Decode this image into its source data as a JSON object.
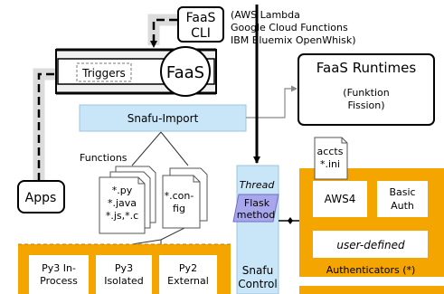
{
  "colors": {
    "orange": "#f5a500",
    "light_blue": "#c9e6f9",
    "purple": "#a9a7ec",
    "gray_path": "#dcdcdc",
    "white": "#ffffff",
    "black": "#000000"
  },
  "faas_cli": {
    "line1": "FaaS",
    "line2": "CLI"
  },
  "providers": {
    "line1": "(AWS Lambda",
    "line2": "Google Cloud Functions",
    "line3": "IBM Bluemix OpenWhisk)"
  },
  "triggers": "Triggers",
  "faas": "FaaS",
  "faas_runtimes": {
    "title": "FaaS Runtimes",
    "line1": "(Funktion",
    "line2": "Fission)"
  },
  "snafu_import": "Snafu-Import",
  "functions_label": "Functions",
  "file_python": {
    "line1": "*.py",
    "line2": "*.java",
    "line3": "*.js,*.c"
  },
  "file_config": {
    "line1": "*.con-",
    "line2": "fig"
  },
  "apps": "Apps",
  "executors": [
    {
      "line1": "Py3 In-",
      "line2": "Process"
    },
    {
      "line1": "Py3",
      "line2": "Isolated"
    },
    {
      "line1": "Py2",
      "line2": "External"
    }
  ],
  "snafu_control": {
    "thread": "Thread",
    "flask_line1": "Flask",
    "flask_line2": "method",
    "line1": "Snafu",
    "line2": "Control"
  },
  "accts_file": {
    "line1": "accts",
    "line2": "*.ini"
  },
  "aws4": "AWS4",
  "basic_auth": {
    "line1": "Basic",
    "line2": "Auth"
  },
  "user_defined": "user-defined",
  "authenticators": "Authenticators (*)"
}
